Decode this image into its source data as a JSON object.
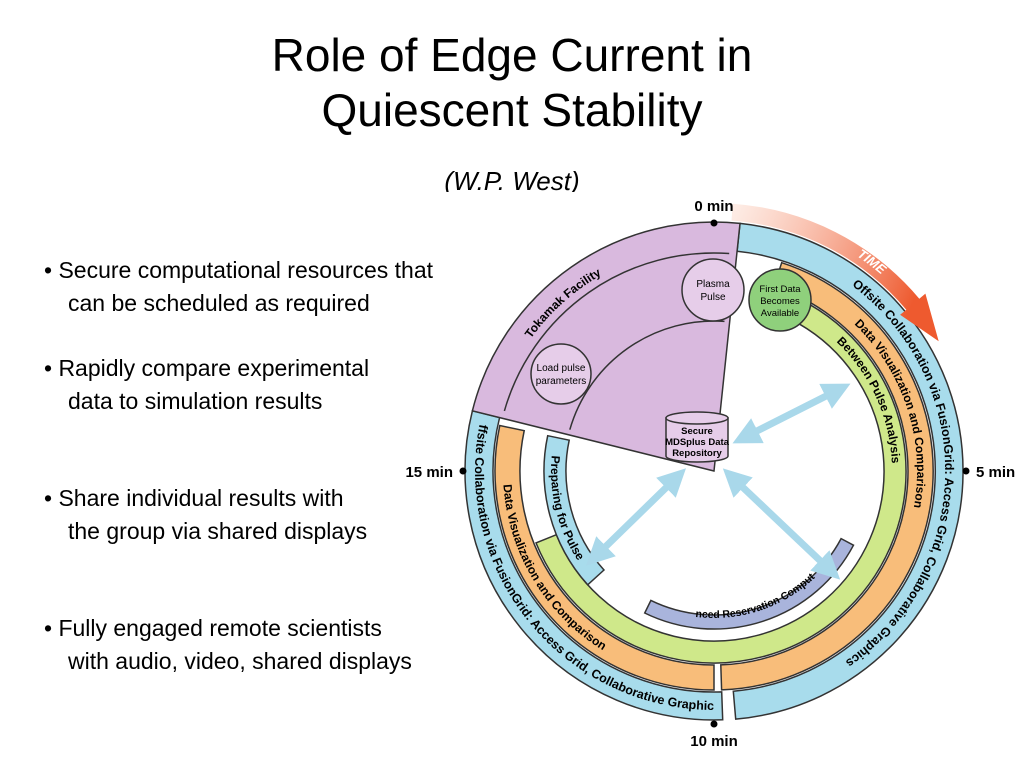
{
  "title": {
    "line1": "Role of Edge Current in",
    "line2": "Quiescent Stability",
    "author": "(W.P. West)"
  },
  "bullets": [
    {
      "line1": "• Secure computational resources that",
      "line2": "can be scheduled as required"
    },
    {
      "line1": "• Rapidly compare experimental",
      "line2": "data to simulation results"
    },
    {
      "line1": "• Share individual results with",
      "line2": "the group via shared displays"
    },
    {
      "line1": "• Fully engaged remote scientists",
      "line2": "with audio, video, shared displays"
    }
  ],
  "diagram": {
    "time_labels": {
      "top": "0 min",
      "right": "5 min",
      "bottom": "10 min",
      "left": "15 min"
    },
    "time_arrow_label": "TIME",
    "sector_label": "Tokamak Facility",
    "nodes": {
      "plasma_pulse": [
        "Plasma",
        "Pulse"
      ],
      "load_pulse": [
        "Load pulse",
        "parameters"
      ],
      "first_data": [
        "First Data",
        "Becomes",
        "Available"
      ],
      "repository": [
        "Secure",
        "MDSplus Data",
        "Repository"
      ]
    },
    "rings": {
      "offsite_right": "Offsite Collaboration via FusionGrid: Access Grid, Collaborative Graphics",
      "offsite_left": "Offsite Collaboration via FusionGrid: Access Grid, Collaborative Graphics",
      "dataviz_right": "Data Visualization and Comparison",
      "dataviz_left": "Data Visualization and Comparison",
      "between_pulse": "Between Pulse Analysis",
      "preparing": "Preparing for Pulse",
      "advanced": "Advanced Reservation Computation"
    },
    "colors": {
      "outer_ring": "#a8dcec",
      "orange_ring": "#f8bd7a",
      "green_ring": "#cfe88a",
      "sector": "#d9b9de",
      "first_data": "#8fd07c",
      "advanced_band": "#a9b4dc",
      "arrows": "#a9d8ea",
      "time_arrow": "#ee5a2f"
    }
  }
}
